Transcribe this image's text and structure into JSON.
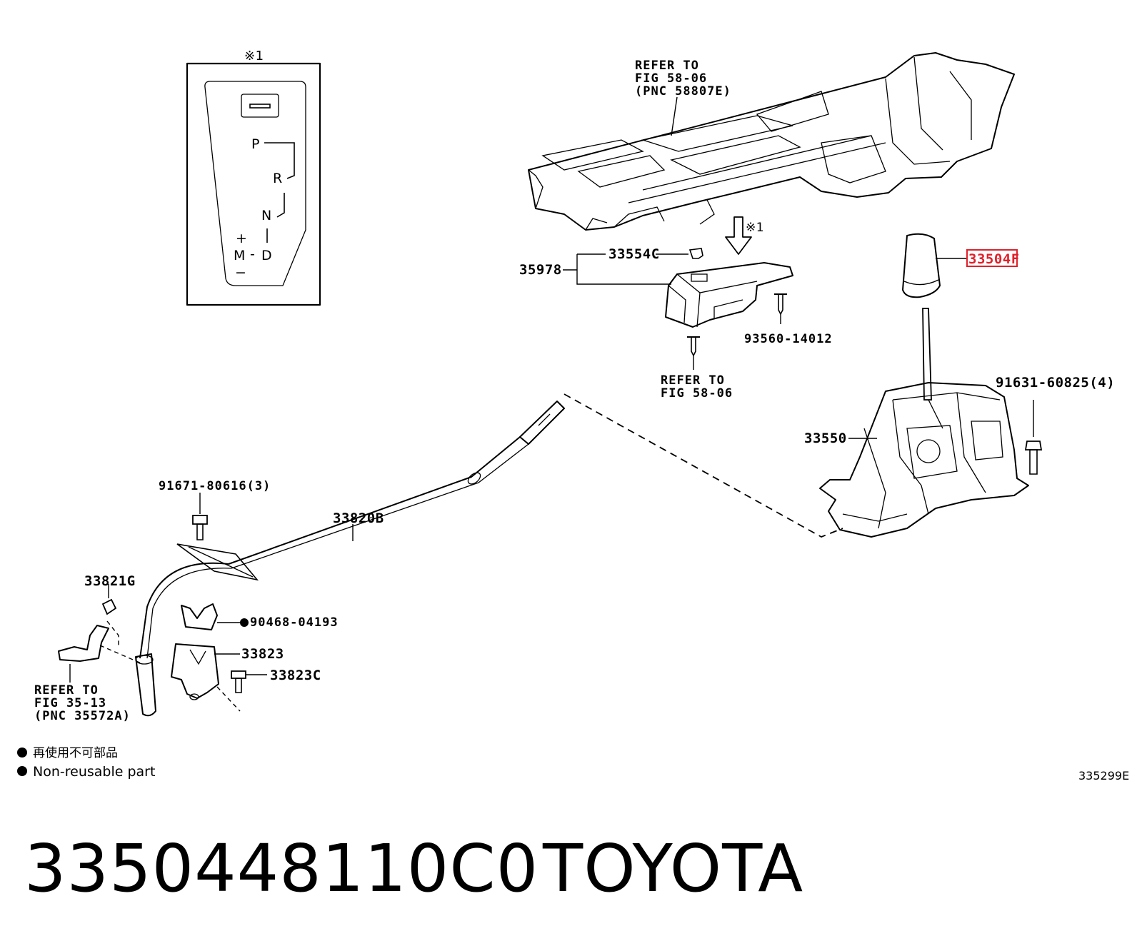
{
  "inset": {
    "note_mark": "※1",
    "gate_labels": {
      "p": "P",
      "r": "R",
      "n": "N",
      "plus": "+",
      "m": "M",
      "dash": "-",
      "d": "D",
      "minus": "−"
    }
  },
  "labels": {
    "l33504f": "33504F",
    "l33554c": "33554C",
    "l35978": "35978",
    "l93560": "93560-14012",
    "l91631": "91631-60825(4)",
    "l33550": "33550",
    "l91671": "91671-80616(3)",
    "l33820b": "33820B",
    "l33821g": "33821G",
    "l90468": "90468-04193",
    "l33823": "33823",
    "l33823c": "33823C",
    "note1": "※1"
  },
  "refers": {
    "top": {
      "line1": "REFER TO",
      "line2": "FIG 58-06",
      "line3": "(PNC 58807E)"
    },
    "mid": {
      "line1": "REFER TO",
      "line2": "FIG 58-06"
    },
    "left": {
      "line1": "REFER TO",
      "line2": "FIG 35-13",
      "line3": "(PNC 35572A)"
    }
  },
  "legend": {
    "jp": "再使用不可部品",
    "en": "Non-reusable part"
  },
  "illustration_code": "335299E",
  "footer": {
    "part_number": "3350448110C0",
    "brand": "TOYOTA"
  },
  "highlight_color": "#e0202a"
}
